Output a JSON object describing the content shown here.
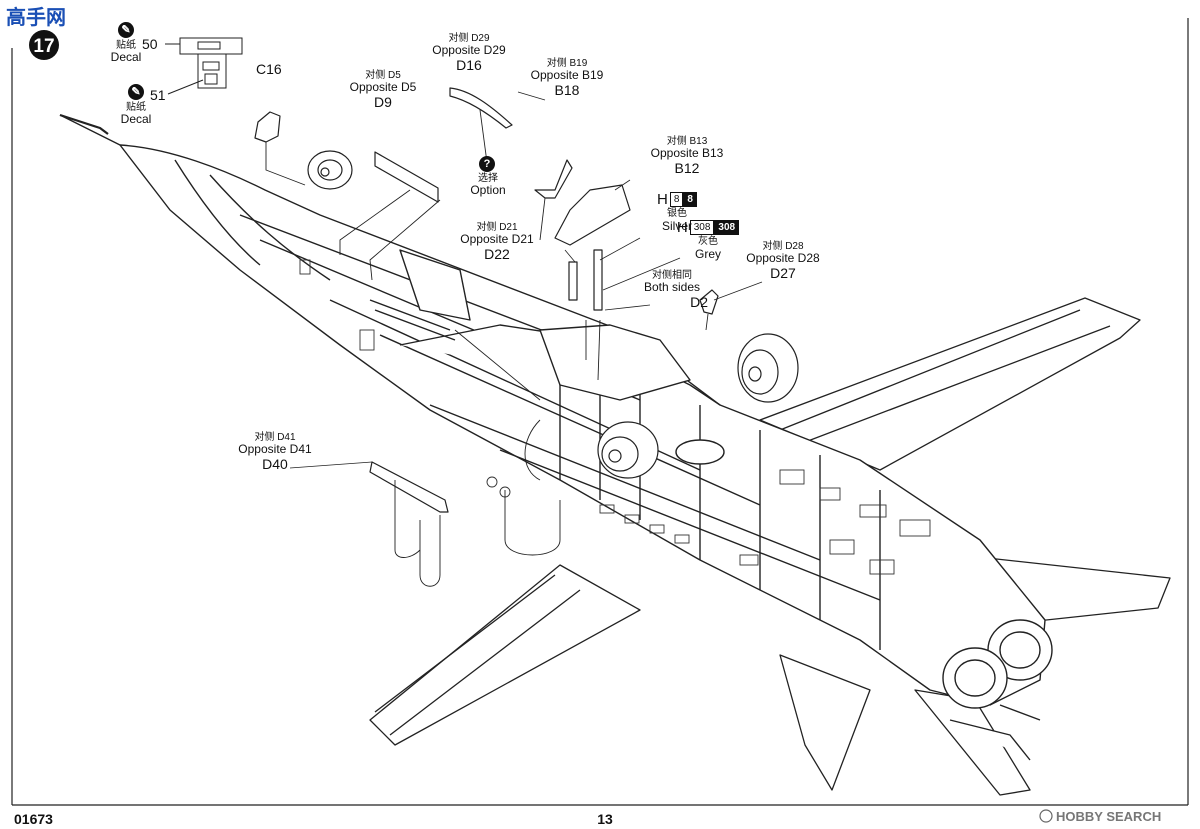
{
  "brand_logo": "高手网",
  "step_number": "17",
  "decals": [
    {
      "cn": "贴纸",
      "en": "Decal",
      "number": "50"
    },
    {
      "cn": "贴纸",
      "en": "Decal",
      "number": "51"
    }
  ],
  "parts": {
    "c16": "C16",
    "d9": {
      "cn": "对侧 D5",
      "en": "Opposite  D5",
      "part": "D9"
    },
    "d16": {
      "cn": "对侧 D29",
      "en": "Opposite  D29",
      "part": "D16"
    },
    "b18": {
      "cn": "对侧 B19",
      "en": "Opposite  B19",
      "part": "B18"
    },
    "b12": {
      "cn": "对侧  B13",
      "en": "Opposite  B13",
      "part": "B12"
    },
    "d22": {
      "cn": "对侧 D21",
      "en": "Opposite  D21",
      "part": "D22"
    },
    "d27": {
      "cn": "对侧 D28",
      "en": "Opposite  D28",
      "part": "D27"
    },
    "d2": {
      "cn": "对侧相同",
      "en": "Both sides",
      "part": "D2"
    },
    "d40": {
      "cn": "对侧 D41",
      "en": "Opposite  D41",
      "part": "D40"
    }
  },
  "option": {
    "cn": "选择",
    "en": "Option"
  },
  "paints": [
    {
      "letter": "H",
      "code_a": "8",
      "code_b": "8",
      "cn": "银色",
      "en": "Silver",
      "color": "#c0c0c0"
    },
    {
      "letter": "H",
      "code_a": "308",
      "code_b": "308",
      "cn": "灰色",
      "en": "Grey",
      "color": "#8a8f93"
    }
  ],
  "kit_number": "01673",
  "page_number": "13",
  "watermark": "HOBBY SEARCH"
}
